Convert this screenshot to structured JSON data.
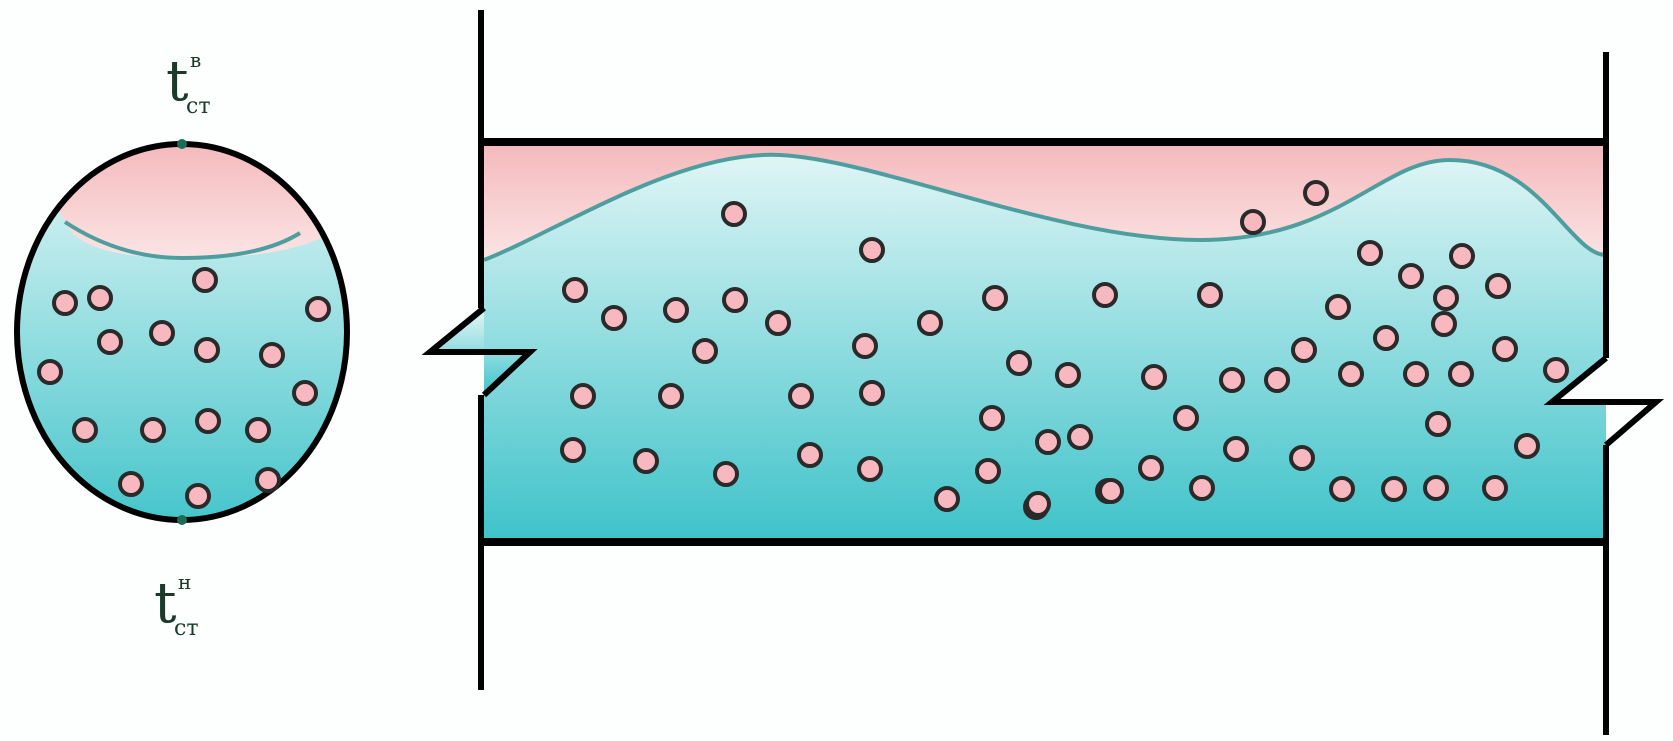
{
  "labels": {
    "top": {
      "main": "t",
      "sup": "в",
      "sub": "ст"
    },
    "bottom": {
      "main": "t",
      "sup": "н",
      "sub": "ст"
    }
  },
  "colors": {
    "liquid_light": "#e6f7f7",
    "liquid_dark": "#3ec3c9",
    "vapor_top": "#f4b8bb",
    "vapor_bottom": "#fbe4e4",
    "interface": "#4e9ea0",
    "outline": "#000000",
    "particle_fill": "#f7b9bf",
    "particle_stroke": "#2a2a2a"
  }
}
